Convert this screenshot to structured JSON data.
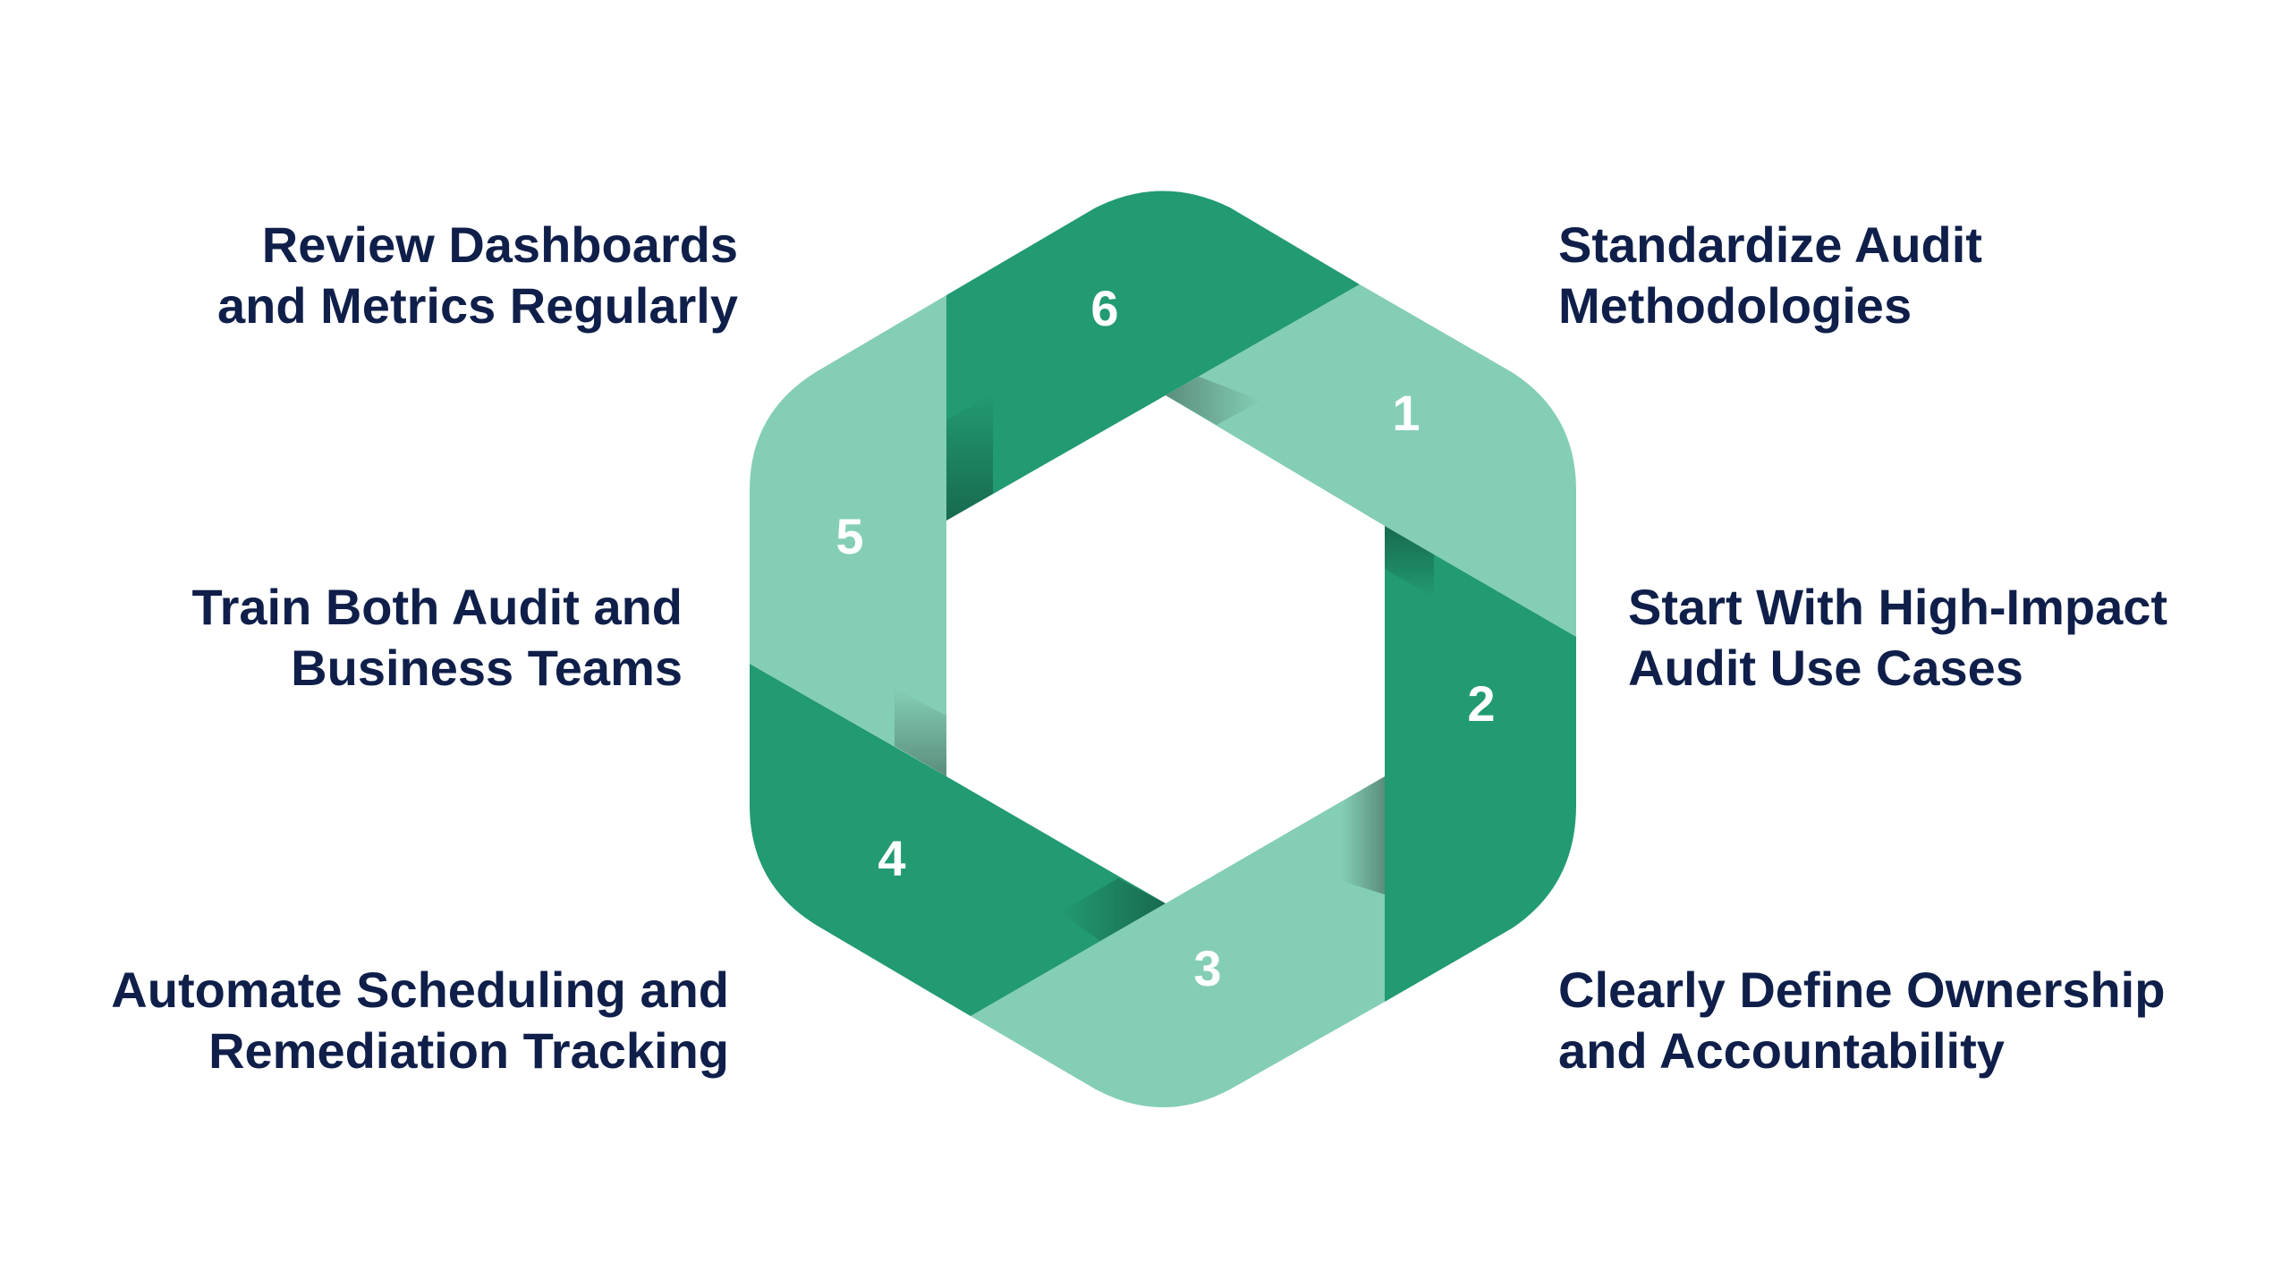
{
  "colors": {
    "dark_green": "#229a72",
    "light_green": "#84ceb5",
    "label_text": "#0f1f4a",
    "number_text": "#ffffff"
  },
  "steps": [
    {
      "number": "1",
      "line1": "Standardize Audit",
      "line2": "Methodologies",
      "tone": "light"
    },
    {
      "number": "2",
      "line1": "Start With High-Impact",
      "line2": "Audit Use Cases",
      "tone": "dark"
    },
    {
      "number": "3",
      "line1": "Clearly Define Ownership",
      "line2": "and Accountability",
      "tone": "light"
    },
    {
      "number": "4",
      "line1": "Automate Scheduling and",
      "line2": "Remediation Tracking",
      "tone": "dark"
    },
    {
      "number": "5",
      "line1": "Train Both Audit and",
      "line2": "Business Teams",
      "tone": "light"
    },
    {
      "number": "6",
      "line1": "Review Dashboards",
      "line2": "and Metrics Regularly",
      "tone": "dark"
    }
  ]
}
